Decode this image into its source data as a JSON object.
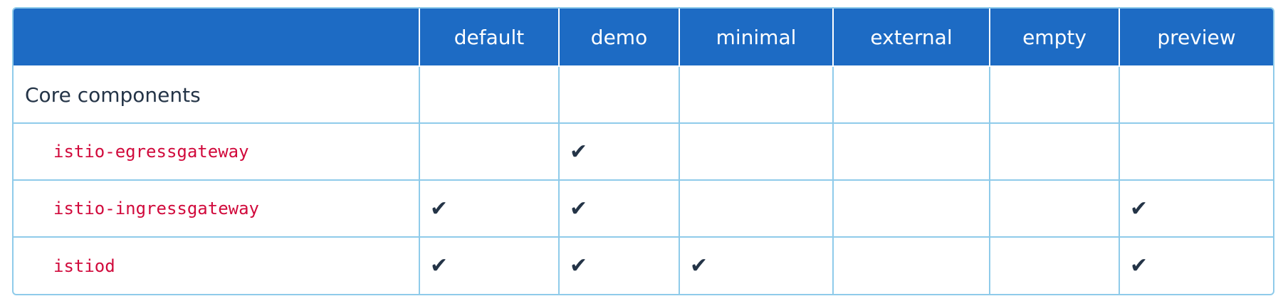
{
  "columns": [
    "",
    "default",
    "demo",
    "minimal",
    "external",
    "empty",
    "preview"
  ],
  "section": {
    "label": "Core components"
  },
  "rows": [
    {
      "name": "istio-egressgateway",
      "checks": [
        "",
        "✔",
        "",
        "",
        "",
        ""
      ]
    },
    {
      "name": "istio-ingressgateway",
      "checks": [
        "✔",
        "✔",
        "",
        "",
        "",
        "✔"
      ]
    },
    {
      "name": "istiod",
      "checks": [
        "✔",
        "✔",
        "✔",
        "",
        "",
        "✔"
      ]
    }
  ],
  "colors": {
    "header_bg": "#1d6bc4",
    "border": "#8fcbea",
    "component_text": "#d10a3c",
    "body_text": "#243447"
  }
}
